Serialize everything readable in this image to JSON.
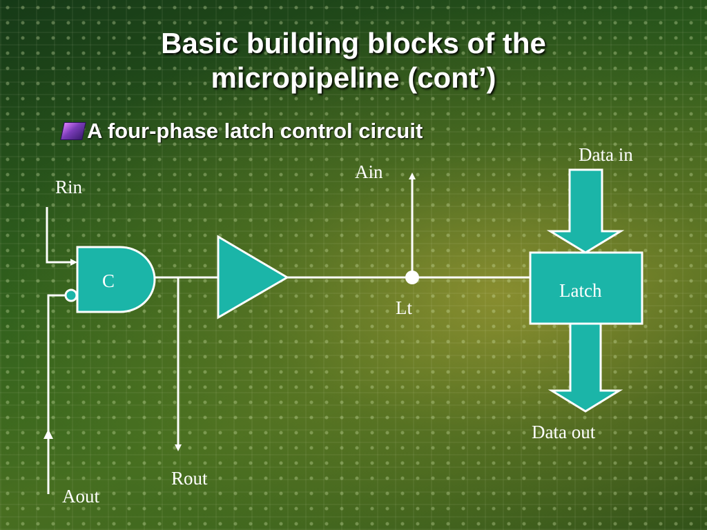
{
  "title": {
    "line1": "Basic building blocks of the",
    "line2": "micropipeline (cont’)"
  },
  "bullet": {
    "icon": "bullet-icon",
    "text": "A four-phase latch control circuit"
  },
  "diagram": {
    "labels": {
      "rin": "Rin",
      "ain": "Ain",
      "data_in": "Data in",
      "c_gate": "C",
      "latch": "Latch",
      "lt": "Lt",
      "data_out": "Data out",
      "rout": "Rout",
      "aout": "Aout"
    },
    "colors": {
      "block_fill": "#1bb5a8",
      "wire": "#ffffff"
    }
  }
}
